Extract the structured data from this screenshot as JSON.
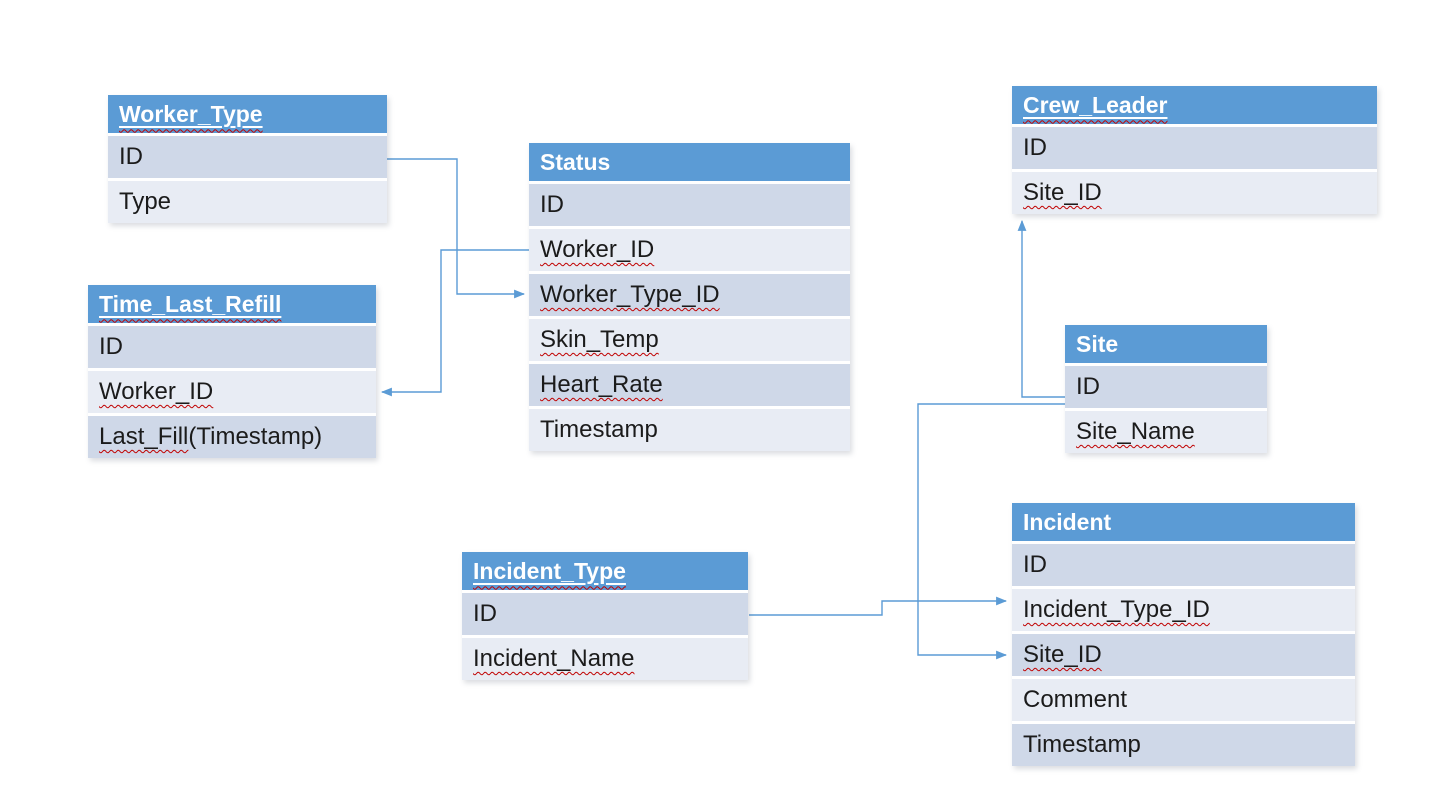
{
  "diagram": {
    "type": "entity-relationship",
    "background_color": "#FFFFFF",
    "colors": {
      "table_header_bg": "#5B9BD5",
      "table_header_text": "#FFFFFF",
      "row_band_dark": "#CFD8E8",
      "row_band_light": "#E8ECF4",
      "row_text": "#1B1B1B",
      "connector": "#5B9BD5",
      "spellcheck_squiggle": "#C00000"
    }
  },
  "tables": {
    "worker_type": {
      "title": "Worker_Type",
      "rows": [
        {
          "u": "",
          "t": "ID"
        },
        {
          "u": "",
          "t": "Type"
        }
      ]
    },
    "time_last_refill": {
      "title": "Time_Last_Refill",
      "rows": [
        {
          "u": "",
          "t": "ID"
        },
        {
          "u": "Worker_ID",
          "t": ""
        },
        {
          "u": "Last_Fill",
          "t": " (Timestamp)"
        }
      ]
    },
    "status": {
      "title": "Status",
      "rows": [
        {
          "u": "",
          "t": "ID"
        },
        {
          "u": "Worker_ID",
          "t": ""
        },
        {
          "u": "Worker_Type_ID",
          "t": ""
        },
        {
          "u": "Skin_Temp",
          "t": ""
        },
        {
          "u": "Heart_Rate",
          "t": ""
        },
        {
          "u": "",
          "t": "Timestamp"
        }
      ]
    },
    "crew_leader": {
      "title": "Crew_Leader",
      "rows": [
        {
          "u": "",
          "t": "ID"
        },
        {
          "u": "Site_ID",
          "t": ""
        }
      ]
    },
    "site": {
      "title": "Site",
      "rows": [
        {
          "u": "",
          "t": "ID"
        },
        {
          "u": "Site_Name",
          "t": ""
        }
      ]
    },
    "incident_type": {
      "title": "Incident_Type",
      "rows": [
        {
          "u": "",
          "t": "ID"
        },
        {
          "u": "Incident_Name",
          "t": ""
        }
      ]
    },
    "incident": {
      "title": "Incident",
      "rows": [
        {
          "u": "",
          "t": "ID"
        },
        {
          "u": "Incident_Type_ID",
          "t": ""
        },
        {
          "u": "Site_ID",
          "t": ""
        },
        {
          "u": "",
          "t": "Comment"
        },
        {
          "u": "",
          "t": "Timestamp"
        }
      ]
    }
  },
  "connectors": [
    {
      "from": "Worker_Type.ID",
      "to": "Status.Worker_Type_ID"
    },
    {
      "from": "Status.Worker_ID",
      "to": "Time_Last_Refill.Worker_ID"
    },
    {
      "from": "Site.ID",
      "to": "Crew_Leader.Site_ID"
    },
    {
      "from": "Site.ID",
      "to": "Incident.Site_ID"
    },
    {
      "from": "Incident_Type.ID",
      "to": "Incident.Incident_Type_ID"
    }
  ]
}
